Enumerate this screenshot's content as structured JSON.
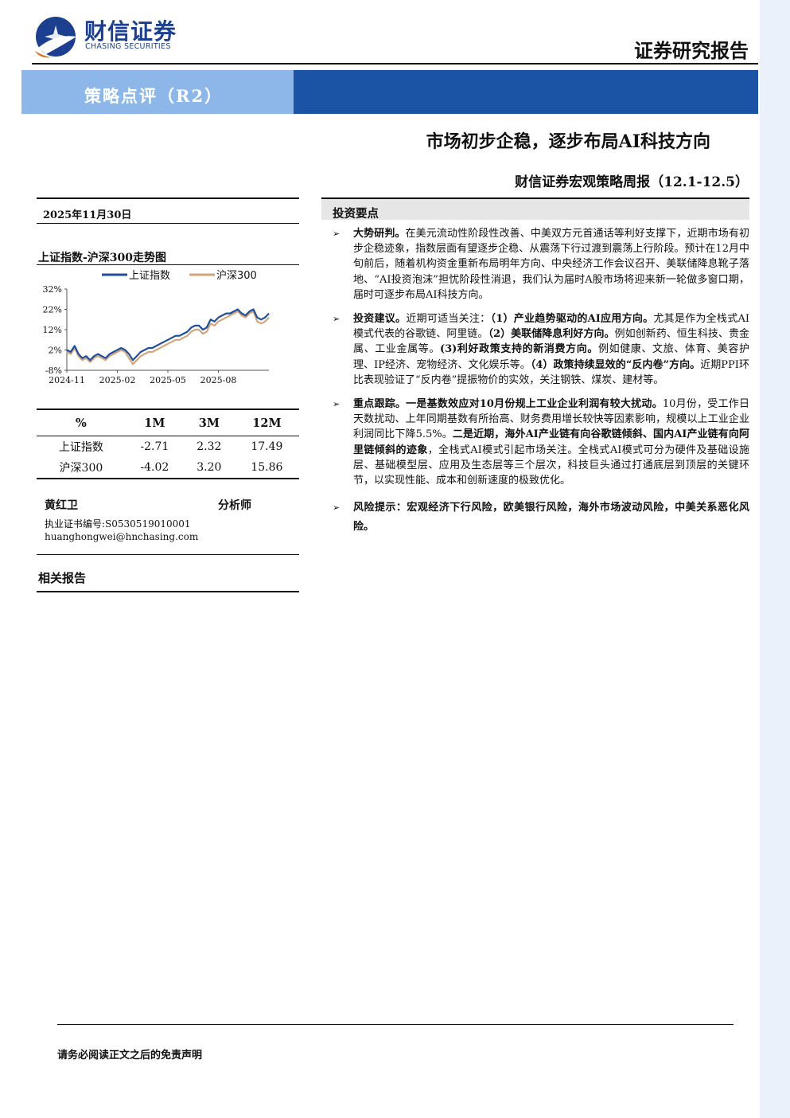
{
  "header": {
    "logo_cn": "财信证券",
    "logo_en": "CHASING SECURITIES",
    "report_type": "证券研究报告",
    "banner_label": "策略点评（R2）",
    "title": "市场初步企稳，逐步布局AI科技方向",
    "subtitle": "财信证券宏观策略周报（12.1-12.5）",
    "colors": {
      "brand": "#1c54a5",
      "banner_light": "#8cb7e8"
    }
  },
  "sidebar": {
    "date": "2025年11月30日",
    "chart_heading": "上证指数-沪深300走势图",
    "table": {
      "headers": [
        "%",
        "1M",
        "3M",
        "12M"
      ],
      "rows": [
        [
          "上证指数",
          "-2.71",
          "2.32",
          "17.49"
        ],
        [
          "沪深300",
          "-4.02",
          "3.20",
          "15.86"
        ]
      ]
    },
    "analyst": {
      "name": "黄红卫",
      "role": "分析师",
      "cert": "执业证书编号:S0530519010001",
      "email": "huanghongwei@hnchasing.com"
    },
    "related": "相关报告"
  },
  "chart_data": {
    "type": "line",
    "title": "",
    "legend_position": "top",
    "yticks": [
      "32%",
      "22%",
      "12%",
      "2%",
      "-8%"
    ],
    "xticks": [
      "2024-11",
      "2025-02",
      "2025-05",
      "2025-08"
    ],
    "ylim": [
      -8,
      32
    ],
    "x_index_range": [
      0,
      52
    ],
    "series": [
      {
        "name": "上证指数",
        "color": "#1f4e9c",
        "values": [
          2,
          1,
          4,
          0,
          -2,
          -1,
          -3,
          -1,
          0,
          -1,
          -2,
          0,
          1,
          2,
          3,
          2,
          0,
          -3,
          -1,
          1,
          2,
          3,
          3,
          4,
          5,
          6,
          7,
          8,
          9,
          9,
          10,
          11,
          13,
          14,
          14,
          12,
          13,
          17,
          16,
          18,
          19,
          20,
          20,
          21,
          22,
          20,
          19,
          21,
          22,
          18,
          17,
          18,
          20
        ]
      },
      {
        "name": "沪深300",
        "color": "#d4a57c",
        "values": [
          1,
          0,
          3,
          -1,
          -3,
          -2,
          -4,
          -2,
          -1,
          -2,
          -3,
          -1,
          0,
          1,
          2,
          1,
          -2,
          -5,
          -3,
          -1,
          0,
          1,
          1,
          2,
          3,
          4,
          5,
          6,
          7,
          7,
          8,
          9,
          11,
          12,
          12,
          10,
          11,
          15,
          14,
          16,
          17,
          18,
          19,
          20,
          21,
          19,
          18,
          20,
          21,
          16,
          15,
          16,
          18
        ]
      }
    ]
  },
  "main": {
    "section_title": "投资要点",
    "bullets": [
      {
        "lead": "大势研判。",
        "text": "在美元流动性阶段性改善、中美双方元首通话等利好支撑下，近期市场有初步企稳迹象，指数层面有望逐步企稳、从震荡下行过渡到震荡上行阶段。预计在12月中旬前后，随着机构资金重新布局明年方向、中央经济工作会议召开、美联储降息靴子落地、“AI投资泡沫”担忧阶段性消退，我们认为届时A股市场将迎来新一轮做多窗口期，届时可逐步布局AI科技方向。"
      },
      {
        "lead": "投资建议。",
        "p1": "近期可适当关注：",
        "b1": "（1）产业趋势驱动的AI应用方向。",
        "p2": "尤其是作为全栈式AI模式代表的谷歌链、阿里链。",
        "b2": "（2）美联储降息利好方向。",
        "p3": "例如创新药、恒生科技、贵金属、工业金属等。",
        "b3": "(3)利好政策支持的新消费方向。",
        "p4": "例如健康、文旅、体育、美容护理、IP经济、宠物经济、文化娱乐等。",
        "b4": "（4）政策持续显效的“反内卷”方向。",
        "p5": "近期PPI环比表现验证了“反内卷”提振物价的实效，关注钢铁、煤炭、建材等。"
      },
      {
        "lead": "重点跟踪。",
        "b1": "一是基数效应对10月份规上工业企业利润有较大扰动。",
        "p1": "10月份，受工作日天数扰动、上年同期基数有所抬高、财务费用增长较快等因素影响，规模以上工业企业利润同比下降5.5%。",
        "b2": "二是近期，海外AI产业链有向谷歌链倾斜、国内AI产业链有向阿里链倾斜的迹象",
        "p2": "，全栈式AI模式引起市场关注。全栈式AI模式可分为硬件及基础设施层、基础模型层、应用及生态层等三个层次，科技巨头通过打通底层到顶层的关键环节，以实现性能、成本和创新速度的极致优化。"
      },
      {
        "lead": "风险提示：",
        "text": "宏观经济下行风险，欧美银行风险，海外市场波动风险，中美关系恶化风险。"
      }
    ]
  },
  "footer": {
    "disclaimer": "请务必阅读正文之后的免责声明"
  }
}
